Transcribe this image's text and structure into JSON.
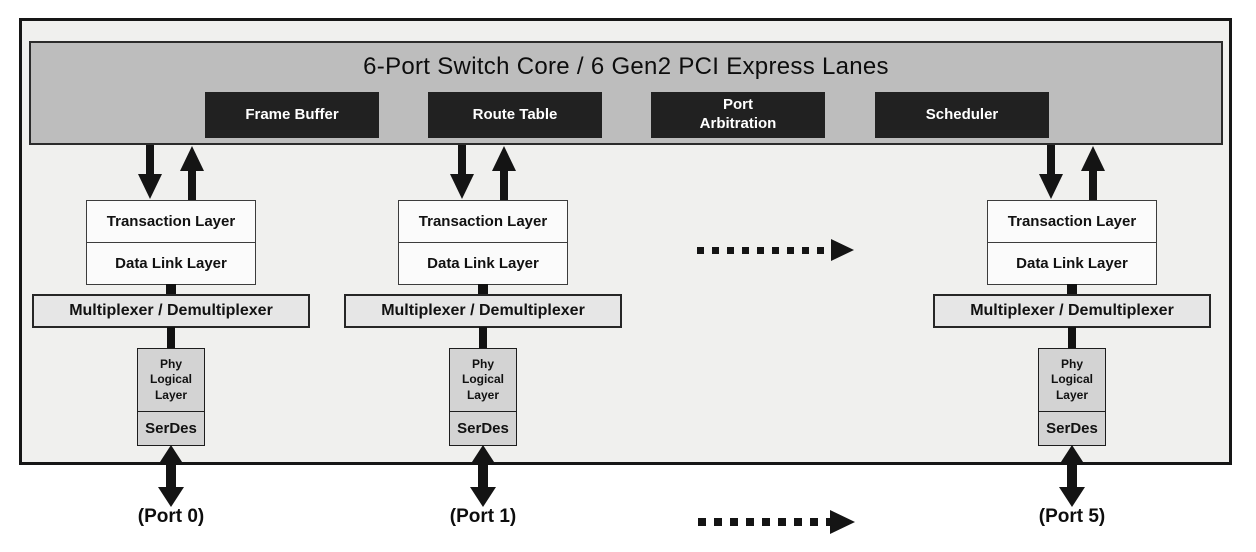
{
  "colors": {
    "page_background": "#ffffff",
    "outer_box_fill": "#f0f0ee",
    "core_bar_fill": "#bdbdbd",
    "core_block_fill": "#212121",
    "core_block_text": "#ffffff",
    "layer_box_fill": "#fbfbfb",
    "mux_box_fill": "#e6e6e6",
    "phy_box_fill": "#d3d3d3",
    "line_color": "#141414"
  },
  "core": {
    "title": "6-Port Switch Core / 6 Gen2 PCI Express Lanes",
    "blocks": [
      {
        "label": "Frame Buffer"
      },
      {
        "label": "Route Table"
      },
      {
        "label": "Port\nArbitration"
      },
      {
        "label": "Scheduler"
      }
    ]
  },
  "stack_labels": {
    "transaction": "Transaction Layer",
    "data_link": "Data Link Layer",
    "mux": "Multiplexer / Demultiplexer",
    "phy": "Phy\nLogical\nLayer",
    "serdes": "SerDes"
  },
  "ports": [
    {
      "label": "(Port 0)"
    },
    {
      "label": "(Port 1)"
    },
    {
      "label": "(Port 5)"
    }
  ]
}
